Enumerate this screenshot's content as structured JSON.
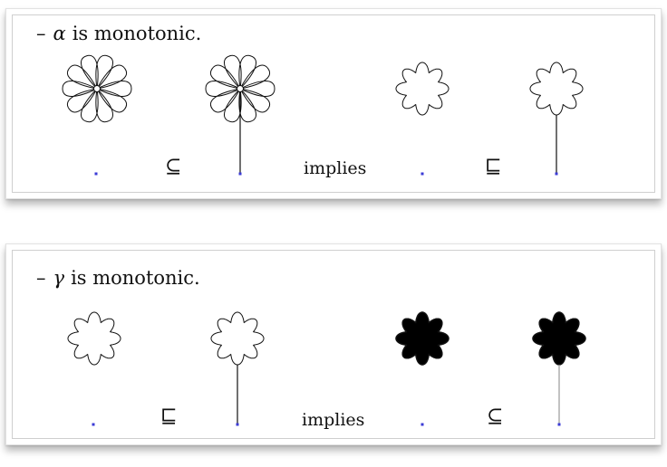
{
  "slides": [
    {
      "heading": {
        "dash": "–",
        "symbol": "α",
        "text": "is monotonic."
      },
      "left_relation": "⊆",
      "connective": "implies",
      "right_relation": "⊑",
      "figures": [
        "petal-flower",
        "petal-flower-with-stem",
        "gear-outline",
        "gear-outline-with-stem"
      ]
    },
    {
      "heading": {
        "dash": "–",
        "symbol": "γ",
        "text": "is monotonic."
      },
      "left_relation": "⊑",
      "connective": "implies",
      "right_relation": "⊆",
      "figures": [
        "gear-outline",
        "gear-outline-with-stem",
        "filled-gear",
        "filled-gear-with-stem"
      ]
    }
  ],
  "colors": {
    "stroke": "#111111",
    "point": "#3b3bd6",
    "fill": "#000000",
    "stem_light": "#9a9a9a"
  }
}
